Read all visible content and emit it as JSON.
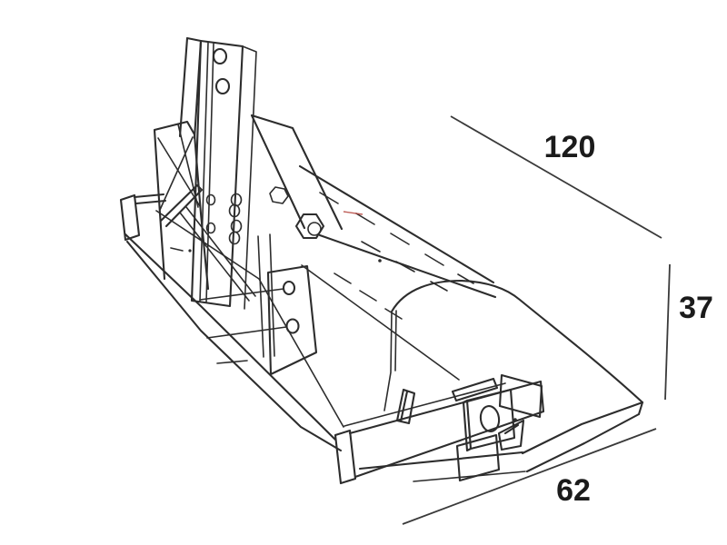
{
  "meta": {
    "background_color": "#ffffff",
    "ink_color": "#2d2d2d",
    "artifact_color": "#b5453e",
    "drawing_style": "hand-drawn scanned technical line art, isometric view"
  },
  "drawing": {
    "subject": "three-point-hitch grader blade implement",
    "parts": [
      "hitch-mast-with-holes",
      "gusset-plate-with-ribs",
      "diagonal-brace",
      "lower-hitch-arm",
      "frame-rail",
      "main-beam-with-hidden-edge-dashes",
      "hex-bolt",
      "shank-plate-with-bolt-holes",
      "curved-side-plate",
      "bottom-blade-bar",
      "clamp-bracket-with-slot"
    ],
    "dimensions": {
      "length": {
        "value": "120",
        "placement": "top-right diagonal"
      },
      "height": {
        "value": "37",
        "placement": "right vertical"
      },
      "depth": {
        "value": "62",
        "placement": "bottom-right diagonal"
      }
    }
  }
}
